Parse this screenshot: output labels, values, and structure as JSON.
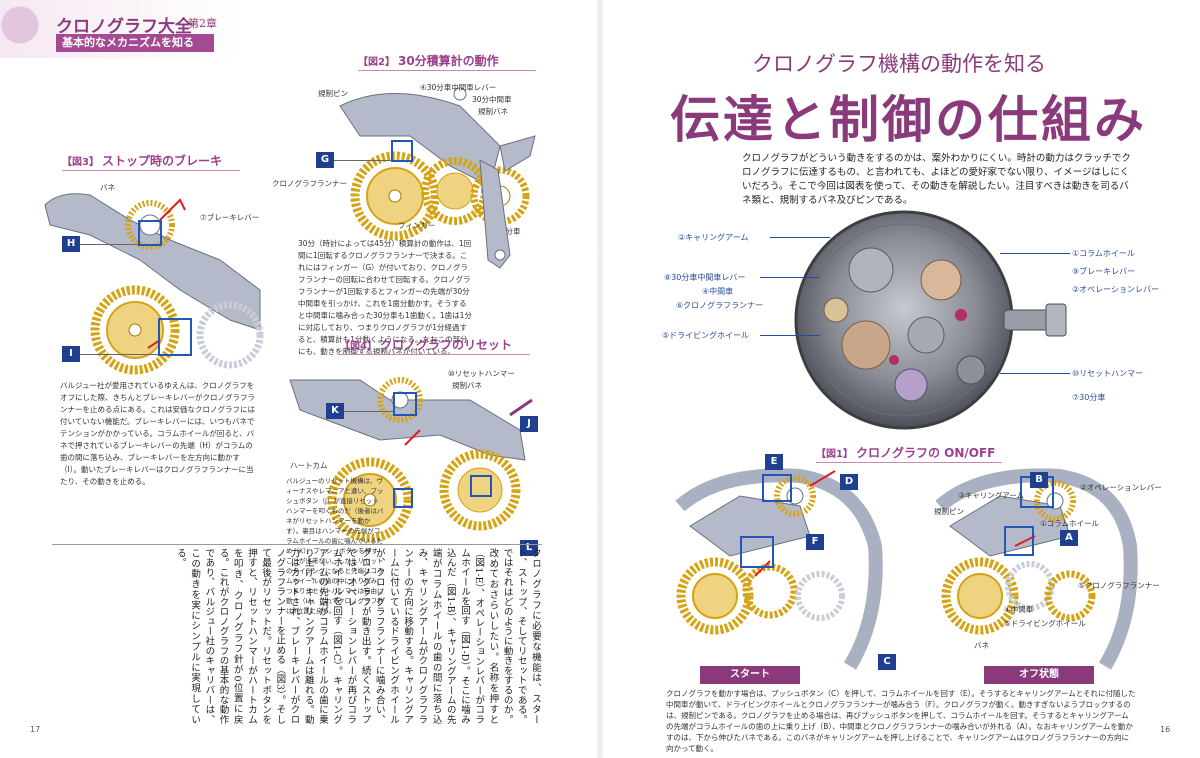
{
  "header": {
    "series_title": "クロノグラフ大全",
    "series_vol": "第2章",
    "series_sub": "基本的なメカニズムを知る"
  },
  "fig2": {
    "num": "【図2】",
    "title": "30分積算計の動作",
    "callouts": [
      "規制ピン",
      "④30分車中間車レバー",
      "30分中間車",
      "規制バネ",
      "クロノグラフランナー",
      "フィンガー",
      "30分車"
    ],
    "letter": "G",
    "caption": "30分（時計によっては45分）積算計の動作は、1回間に1回転するクロノグラフランナーで決まる。これにはフィンガー（G）が付いており、クロノグラフランナーの回転に合わせて回転する。クロノグラフランナーが1回転するとフィンガーの先端が30分中間車を引っかけ、これを1歯分動かす。そうすると中間車に噛み合った30分車も1歯動く。1歯は1分に対応しており、つまりクロノグラフが1分経過すると、積算計も1分動くようになる。なおこの部分にも、動きを制御する規制バネが付いている。"
  },
  "fig3": {
    "num": "【図3】",
    "title": "ストップ時のブレーキ",
    "callouts": [
      "バネ",
      "⑦ブレーキレバー"
    ],
    "letters": [
      "H",
      "I"
    ],
    "caption": "バルジュー社が愛用されているゆえんは、クロノグラフをオフにした際、きちんとブレーキレバーがクロノグラフランナーを止める点にある。これは安価なクロノグラフには付いていない機能だ。ブレーキレバーには、いつもバネでテンションがかかっている。コラムホイールが回ると、バネで押されているブレーキレバーの先端（H）がコラムの歯の間に落ち込み、ブレーキレバーを左方向に動かす（I）。動いたブレーキレバーはクロノグラフランナーに当たり、その動きを止める。"
  },
  "fig4": {
    "num": "【図4】",
    "title": "クロノグラフのリセット",
    "callouts": [
      "⑩リセットハンマー",
      "規制バネ",
      "ハートカム"
    ],
    "letters": [
      "K",
      "J",
      "L"
    ],
    "caption": "バルジューのリセット機構は、ヴィーナスやレマニアと違い、プッシュボタン（J）が直接リセットハンマーを叩くものだ（後者はバネがリセットハンマーを動かす）。裏目はハンマーの先端がコラムホイールの歯に噛んでいるため（K）、プッシュボタンを押すことが出来ない。しかしリセットのタイミングになると先端はコラムホイールの歯の中に入り込み、つまりリセットハンマーは自由に動く（L）。これでクロノグラフ針は0位置に戻る。"
  },
  "body_text": "クロノグラフに必要な機能は、スタート、ストップ、そしてリセットである。ではそれはどのように動きをするのか。改めておさらいしたい。名称を押すと（図1-E）、オペレーションレバーがコラムホイールを回す（図1-D）。そこに噛み込んだ（図1-B）、キャリングアームの先端がコラムホイールの歯の間に落ち込み、キャリングアームがクロノグラフランナーの方向に移動する。キャリングアームに付いているドライビングホイールが、クロノグラフランナーに噛み合い、クロノグラフが動き出す。続くストップでは、オペレーションレバーが再びコラムホイールを回す（図1-C）。キャリングアームの先端がコラムホイールの歯に乗り上げ、キャリングアームは離れる。動力はカットされ、ブレーキレバーがクロノグラフランナーを止める（図3）。そして最後がリセットだ。リセットボタンを押すと、リセットハンマーがハートカムを叩き、クロノグラフ針が0位置に戻る。これがクロノグラフの基本的な動作であり、バルジュー社のキャリバーは、この動きを実にシンプルに実現している。",
  "page_left_num": "17",
  "page_right_num": "16",
  "right": {
    "kicker": "クロノグラフ機構の動作を知る",
    "title": "伝達と制御の仕組み",
    "lead": "クロノグラフがどういう動きをするのかは、案外わかりにくい。時計の動力はクラッチでクロノグラフに伝達するもの、と言われても、よほどの愛好家でない限り、イメージはしにくいだろう。そこで今回は図表を使って、その動きを解説したい。注目すべきは動きを司るバネ類と、規制するバネ及びピンである。",
    "movement_left": [
      "②キャリングアーム",
      "⑧30分車中間車レバー",
      "④中間車",
      "⑥クロノグラフランナー",
      "⑤ドライビングホイール"
    ],
    "movement_right": [
      "①コラムホイール",
      "⑨ブレーキレバー",
      "②オペレーションレバー",
      "⑩リセットハンマー",
      "⑦30分車"
    ]
  },
  "fig1": {
    "num": "【図1】",
    "title": "クロノグラフの ON/OFF",
    "letters": [
      "E",
      "D",
      "F",
      "C",
      "B",
      "A"
    ],
    "callouts": [
      "③キャリングアーム",
      "②オペレーションレバー",
      "規制ピン",
      "①コラムホイール",
      "⑤クロノグラフランナー",
      "④中間車",
      "⑤ドライビングホイール",
      "バネ"
    ],
    "state_start": "スタート",
    "state_off": "オフ状態",
    "caption": "クロノグラフを動かす場合は、プッシュボタン（C）を押して、コラムホイールを回す（E）。そうするとキャリングアームとそれに付随した中間車が動いて、ドライビングホイールとクロノグラフランナーが噛み合う（F）。クロノグラフが動く。動きすぎないようブロックするのは、規制ピンである。クロノグラフを止める場合は、再びプッシュボタンを押して、コラムホイールを回す。そうするとキャリングアームの先端がコラムホイールの歯の上に乗り上げ（B）、中間車とクロノグラフランナーの噛み合いが外れる（A）。なおキャリングアームを動かすのは、下から伸びたバネである。このバネがキャリングアームを押し上げることで、キャリングアームはクロノグラフランナーの方向に向かって動く。"
  },
  "colors": {
    "accent": "#8a3a7a",
    "gold": "#d4a414",
    "steel": "#a9b0c2",
    "frame": "#2457b5",
    "letter_bg": "#1f3f8f",
    "arrow": "#e02020"
  }
}
